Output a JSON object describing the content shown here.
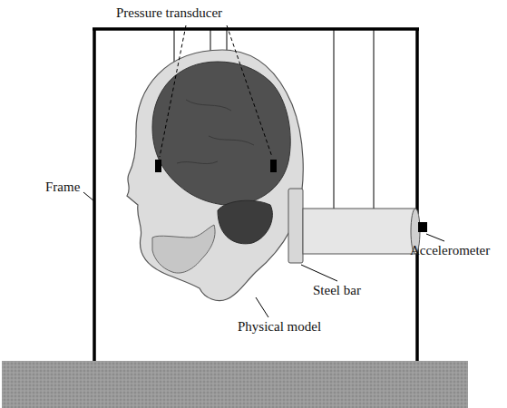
{
  "diagram": {
    "labels": [
      "Pressure transducer",
      "Frame",
      "Accelerometer",
      "Steel bar",
      "Physical model"
    ]
  }
}
